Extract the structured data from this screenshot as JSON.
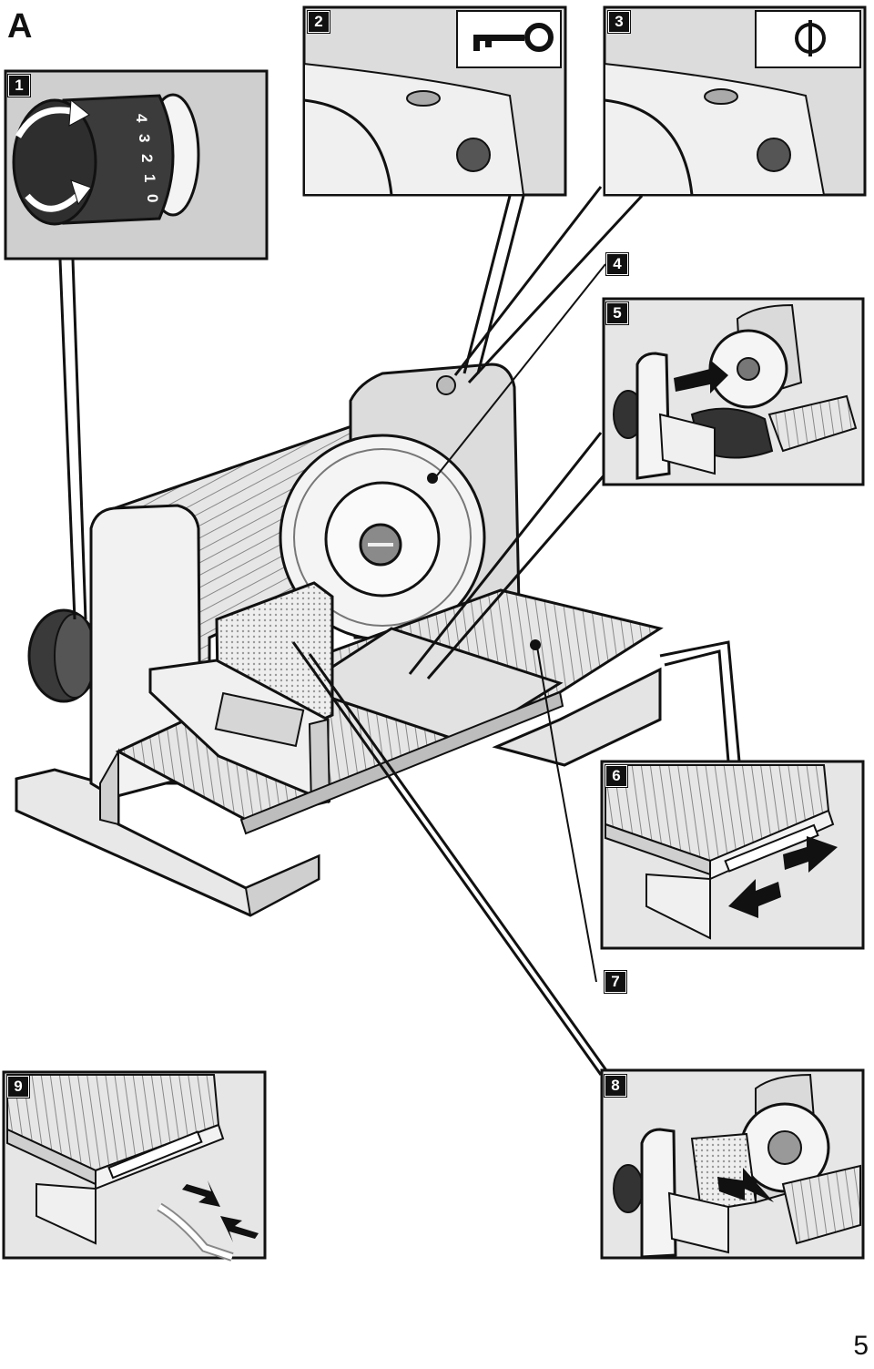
{
  "figure": {
    "letter": "A",
    "page_number": "5"
  },
  "callouts": [
    "1",
    "2",
    "3",
    "4",
    "5",
    "6",
    "7",
    "8",
    "9"
  ],
  "dial": {
    "marks": [
      "4",
      "3",
      "2",
      "1",
      "0"
    ]
  },
  "colors": {
    "ink": "#111111",
    "paper": "#ffffff",
    "shade": "#d8d8d8",
    "mid": "#9a9a9a",
    "dark": "#333333"
  },
  "icons": {
    "panel_2": "key-icon",
    "panel_3": "power-switch-icon"
  }
}
